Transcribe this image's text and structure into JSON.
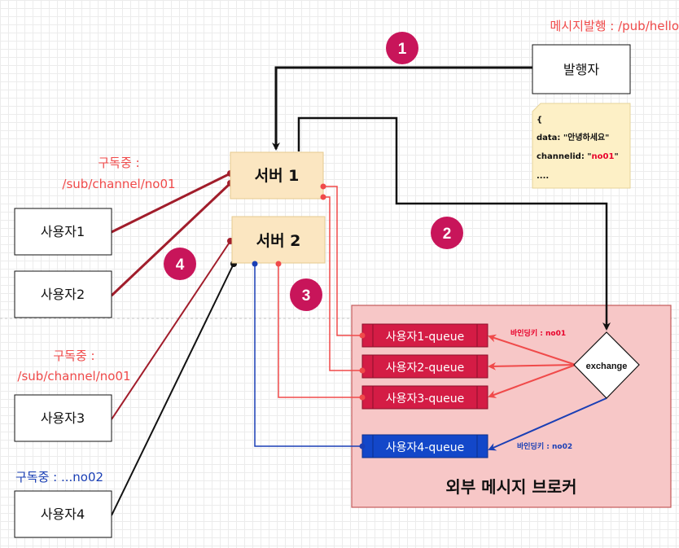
{
  "colors": {
    "red": "#f04a4a",
    "dark_red": "#a11d2b",
    "blue": "#1a3fb5",
    "black": "#111111",
    "server_fill": "#fbe6c1",
    "server_stroke": "#e6c98f",
    "broker_fill": "#f7c7c7",
    "broker_stroke": "#c45a5a",
    "queue_red": "#d41c45",
    "queue_blue": "#1347c9",
    "step_badge": "#c8155a",
    "note_fill": "#fdf0c6",
    "highlight_red": "#e8002a"
  },
  "publish_label": "메시지발행 : /pub/hello",
  "publisher": {
    "label": "발행자"
  },
  "note": {
    "lines": [
      {
        "text": "{",
        "highlight": ""
      },
      {
        "text": "data: \"안녕하세요\"",
        "highlight": ""
      },
      {
        "text": "channelid: \"",
        "highlight": "no01",
        "suffix": "\""
      },
      {
        "text": "....",
        "highlight": ""
      }
    ]
  },
  "servers": [
    {
      "id": "server-1",
      "label": "서버 1"
    },
    {
      "id": "server-2",
      "label": "서버 2"
    }
  ],
  "steps": [
    "1",
    "2",
    "3",
    "4"
  ],
  "users": [
    {
      "id": "user-1",
      "label": "사용자1"
    },
    {
      "id": "user-2",
      "label": "사용자2"
    },
    {
      "id": "user-3",
      "label": "사용자3"
    },
    {
      "id": "user-4",
      "label": "사용자4"
    }
  ],
  "subscriptions": [
    {
      "id": "sub-top",
      "lines": [
        "구독중 :",
        "/sub/channel/no01"
      ],
      "color": "red"
    },
    {
      "id": "sub-mid",
      "lines": [
        "구독중 :",
        "/sub/channel/no01"
      ],
      "color": "red"
    },
    {
      "id": "sub-bottom",
      "lines": [
        "구독중 : ...no02"
      ],
      "color": "blue"
    }
  ],
  "broker": {
    "title": "외부 메시지 브로커",
    "exchange": "exchange",
    "queues": [
      {
        "label": "사용자1-queue",
        "kind": "red"
      },
      {
        "label": "사용자2-queue",
        "kind": "red"
      },
      {
        "label": "사용자3-queue",
        "kind": "red"
      },
      {
        "label": "사용자4-queue",
        "kind": "blue"
      }
    ],
    "binding_labels": [
      "바인딩키 : no01",
      "바인딩키 : no02"
    ]
  }
}
